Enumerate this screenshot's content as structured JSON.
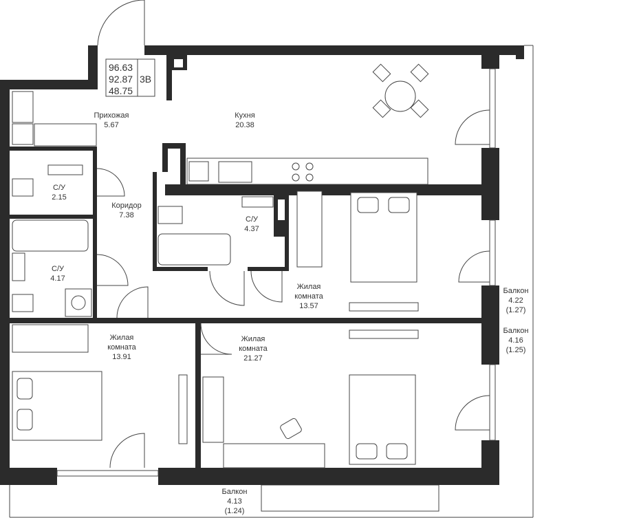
{
  "info": {
    "total_area": "96.63",
    "living_area": "92.87",
    "rooms_code": "3B",
    "other_area": "48.75"
  },
  "rooms": {
    "hall": {
      "name": "Прихожая",
      "area": "5.67"
    },
    "kitchen": {
      "name": "Кухня",
      "area": "20.38"
    },
    "bath1": {
      "name": "С/У",
      "area": "2.15"
    },
    "corridor": {
      "name": "Коридор",
      "area": "7.38"
    },
    "bath2": {
      "name": "С/У",
      "area": "4.37"
    },
    "bath3": {
      "name": "С/У",
      "area": "4.17"
    },
    "bedroom1": {
      "name1": "Жилая",
      "name2": "комната",
      "area": "13.57"
    },
    "bedroom2": {
      "name1": "Жилая",
      "name2": "комната",
      "area": "13.91"
    },
    "bedroom3": {
      "name1": "Жилая",
      "name2": "комната",
      "area": "21.27"
    },
    "balcony1": {
      "name": "Балкон",
      "area": "4.22",
      "coef": "(1.27)"
    },
    "balcony2": {
      "name": "Балкон",
      "area": "4.16",
      "coef": "(1.25)"
    },
    "balcony3": {
      "name": "Балкон",
      "area": "4.13",
      "coef": "(1.24)"
    }
  },
  "colors": {
    "wall": "#2b2b2b",
    "line": "#444444"
  }
}
